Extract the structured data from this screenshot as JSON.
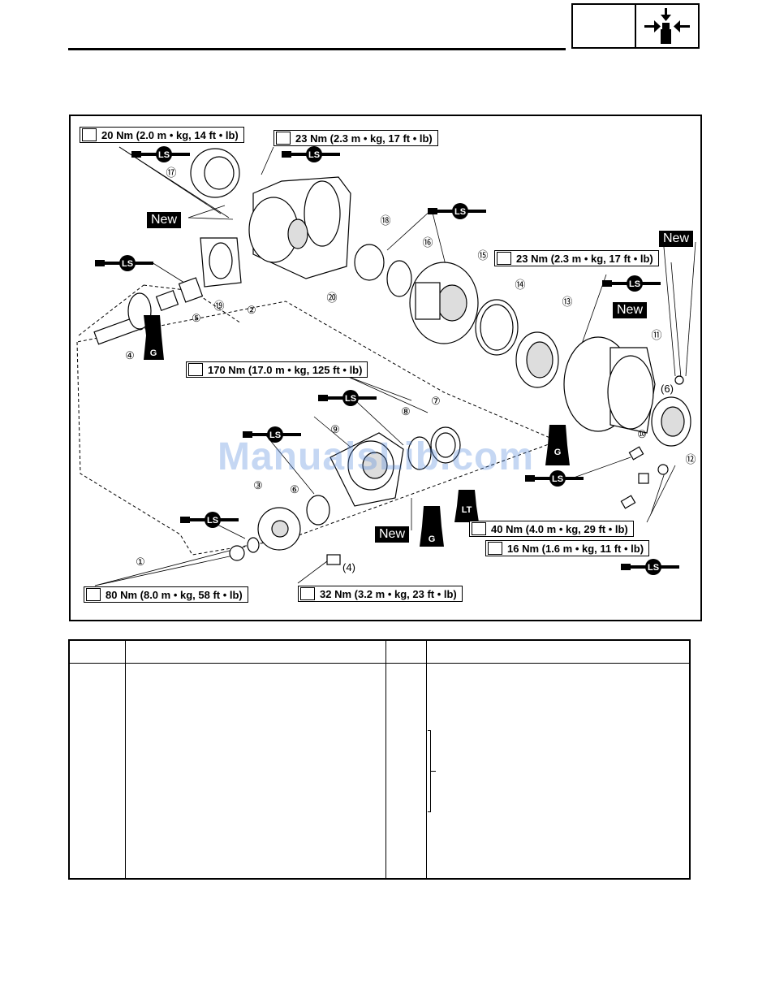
{
  "header": {
    "icon": "disassembly-arrows-icon"
  },
  "torque_labels": [
    "20 Nm (2.0 m • kg, 14 ft • lb)",
    "23 Nm (2.3 m • kg, 17 ft • lb)",
    "23 Nm (2.3 m • kg, 17 ft • lb)",
    "170 Nm (17.0 m • kg, 125 ft • lb)",
    "40 Nm (4.0 m • kg, 29 ft • lb)",
    "16 Nm (1.6 m • kg, 11 ft • lb)",
    "80 Nm (8.0 m • kg, 58 ft • lb)",
    "32 Nm (3.2 m • kg, 23 ft • lb)"
  ],
  "new_tags": [
    "New",
    "New",
    "New",
    "New"
  ],
  "lubricant_marks": {
    "ls": "LS",
    "g": "G",
    "lt": "LT"
  },
  "part_numbers": [
    "⑰",
    "⑱",
    "⑯",
    "⑮",
    "⑭",
    "⑬",
    "⑪",
    "⑲",
    "⑳",
    "②",
    "⑤",
    "④",
    "⑨",
    "⑧",
    "⑦",
    "⑥",
    "③",
    "⑩",
    "⑫",
    "①",
    "(6)",
    "(4)"
  ],
  "watermark": "ManualsLib.com"
}
